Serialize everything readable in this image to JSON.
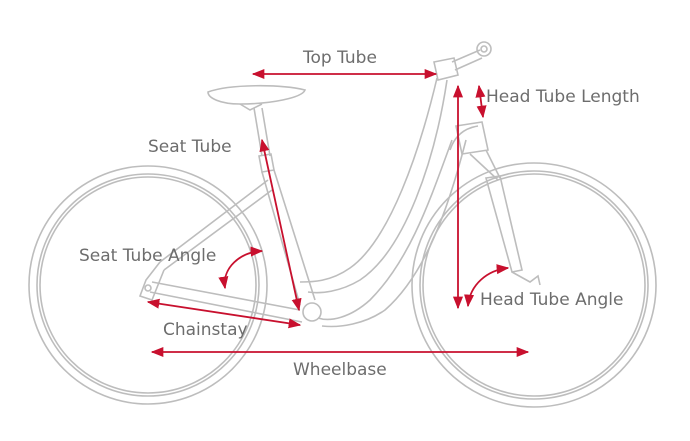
{
  "title": "Bike geometry diagram",
  "colors": {
    "frame": "#bdbdbd",
    "arrow": "#c8102e",
    "text": "#6d6d6d"
  },
  "labels": {
    "top_tube": "Top Tube",
    "head_tube_length": "Head Tube Length",
    "seat_tube": "Seat Tube",
    "seat_tube_angle": "Seat Tube Angle",
    "head_tube_angle": "Head Tube Angle",
    "chainstay": "Chainstay",
    "wheelbase": "Wheelbase"
  }
}
